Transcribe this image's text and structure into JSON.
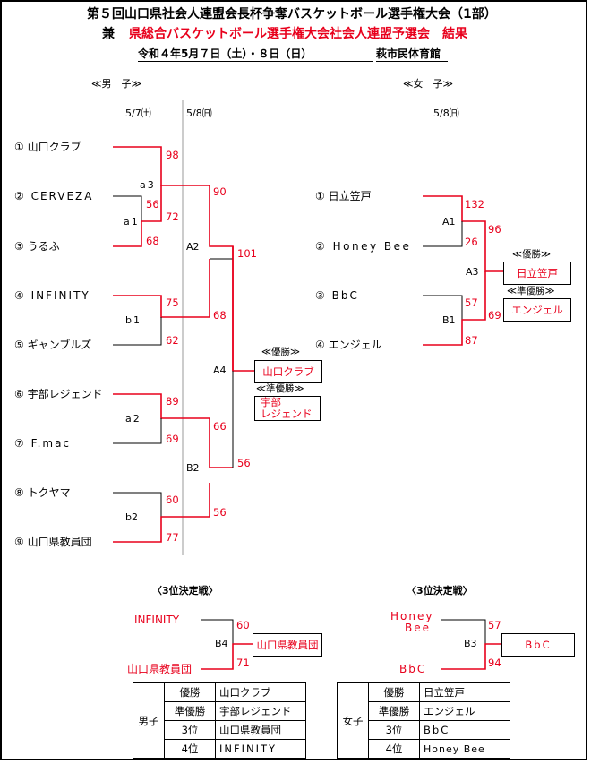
{
  "header": {
    "title": "第５回山口県社会人連盟会長杯争奪バスケットボール選手権大会（1部）",
    "subtitle_prefix": "兼",
    "subtitle": "県総合バスケットボール選手権大会社会人連盟予選会　結果",
    "date_line": "令和４年5月７日（土）・８日（日）",
    "venue": "萩市民体育館"
  },
  "men": {
    "section_label": "≪男　子≫",
    "day1": "5/7㈯",
    "day2": "5/8㈰",
    "teams": [
      {
        "no": "①",
        "name": "山口クラブ"
      },
      {
        "no": "②",
        "name": "CERVEZA"
      },
      {
        "no": "③",
        "name": "うるふ"
      },
      {
        "no": "④",
        "name": "INFINITY"
      },
      {
        "no": "⑤",
        "name": "ギャンブルズ"
      },
      {
        "no": "⑥",
        "name": "宇部レジェンド"
      },
      {
        "no": "⑦",
        "name": "F.mac"
      },
      {
        "no": "⑧",
        "name": "トクヤマ"
      },
      {
        "no": "⑨",
        "name": "山口県教員団"
      }
    ],
    "games": [
      "a3",
      "a1",
      "b1",
      "a2",
      "b2",
      "A2",
      "B2",
      "A4"
    ],
    "scores": [
      "98",
      "90",
      "56",
      "72",
      "68",
      "101",
      "75",
      "68",
      "62",
      "89",
      "66",
      "69",
      "56",
      "60",
      "56",
      "77"
    ],
    "champion_label": "≪優勝≫",
    "champion": "山口クラブ",
    "runner_up_label": "≪準優勝≫",
    "runner_up_line1": "宇部",
    "runner_up_line2": "レジェンド"
  },
  "women": {
    "section_label": "≪女　子≫",
    "day": "5/8㈰",
    "teams": [
      {
        "no": "①",
        "name": "日立笠戸"
      },
      {
        "no": "②",
        "name": "Honey Bee"
      },
      {
        "no": "③",
        "name": "BbC"
      },
      {
        "no": "④",
        "name": "エンジェル"
      }
    ],
    "games": [
      "A1",
      "B1",
      "A3"
    ],
    "scores": [
      "132",
      "96",
      "26",
      "57",
      "69",
      "87"
    ],
    "champion_label": "≪優勝≫",
    "champion": "日立笠戸",
    "runner_up_label": "≪準優勝≫",
    "runner_up": "エンジェル"
  },
  "third_place": {
    "men": {
      "label": "〈3位決定戦〉",
      "team1": "INFINITY",
      "team2": "山口県教員団",
      "game": "B4",
      "score1": "60",
      "score2": "71",
      "winner": "山口県教員団"
    },
    "women": {
      "label": "〈3位決定戦〉",
      "team1_line1": "Honey",
      "team1_line2": "Bee",
      "team2": "BbC",
      "game": "B3",
      "score1": "57",
      "score2": "94",
      "winner": "BbC"
    }
  },
  "results_tables": {
    "men": {
      "group": "男子",
      "rows": [
        {
          "place": "優勝",
          "team": "山口クラブ"
        },
        {
          "place": "準優勝",
          "team": "宇部レジェンド"
        },
        {
          "place": "3位",
          "team": "山口県教員団"
        },
        {
          "place": "4位",
          "team": "INFINITY"
        }
      ]
    },
    "women": {
      "group": "女子",
      "rows": [
        {
          "place": "優勝",
          "team": "日立笠戸"
        },
        {
          "place": "準優勝",
          "team": "エンジェル"
        },
        {
          "place": "3位",
          "team": "BbC"
        },
        {
          "place": "4位",
          "team": "Honey Bee"
        }
      ]
    }
  },
  "colors": {
    "winner_line": "#e8001c",
    "loser_line": "#000000",
    "divider": "#999999"
  }
}
